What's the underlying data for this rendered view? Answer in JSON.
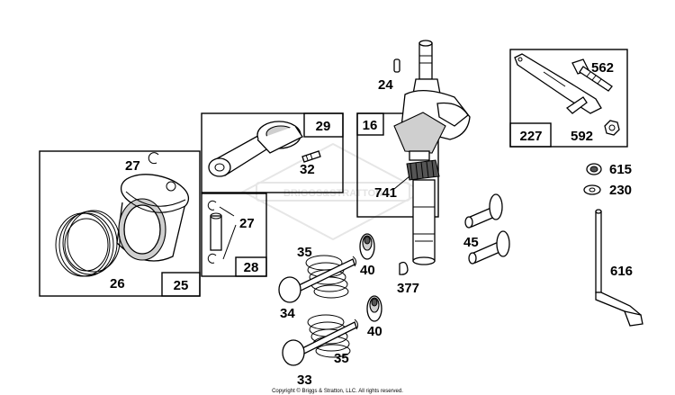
{
  "diagram": {
    "watermark": "BRIGGS&STRATTON",
    "copyright": "Copyright © Briggs & Stratton, LLC. All rights reserved.",
    "boxes": {
      "piston_box": "25",
      "rod_box": "29",
      "pin_box": "28",
      "crank_box": "16",
      "lever_box": "227"
    },
    "labels": {
      "p24": "24",
      "p27a": "27",
      "p27b": "27",
      "p26": "26",
      "p32": "32",
      "p741": "741",
      "p35a": "35",
      "p35b": "35",
      "p40a": "40",
      "p40b": "40",
      "p34": "34",
      "p33": "33",
      "p377": "377",
      "p45": "45",
      "p562": "562",
      "p592": "592",
      "p615": "615",
      "p230": "230",
      "p616": "616"
    }
  }
}
